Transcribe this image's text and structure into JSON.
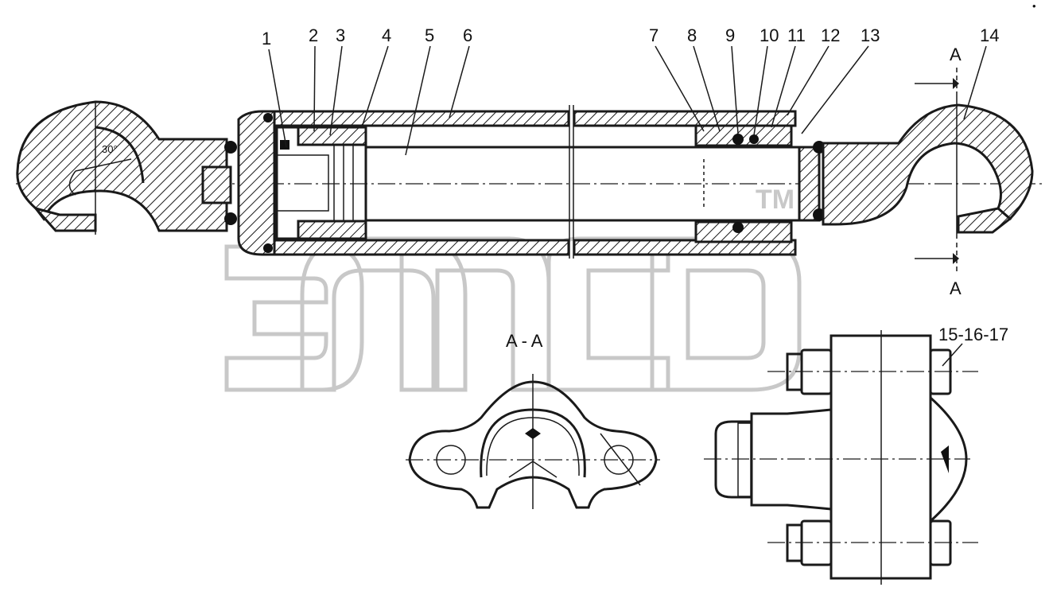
{
  "drawing": {
    "part_numbers": [
      "1",
      "2",
      "3",
      "4",
      "5",
      "6",
      "7",
      "8",
      "9",
      "10",
      "11",
      "12",
      "13",
      "14"
    ],
    "fastener_label": "15-16-17",
    "angle_label": "30°",
    "section_marker": "A",
    "section_title": "A - A",
    "watermark_logo": "ЭПСВ",
    "trademark_mark": "TM",
    "corner_mark": "•"
  },
  "colors": {
    "ink": "#1a1a1a",
    "watermark": "#c8c8c8",
    "background": "#ffffff"
  }
}
